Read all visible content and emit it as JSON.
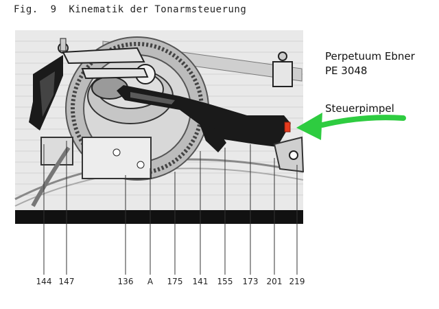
{
  "figure": {
    "title": "Fig.  9  Kinematik der Tonarmsteuerung"
  },
  "model": {
    "line1": "Perpetuum Ebner",
    "line2": "PE 3048"
  },
  "callout": {
    "label": "Steuerpimpel",
    "arrow_color": "#2ecc40",
    "marker_color": "#e53b1e"
  },
  "reference_numbers": [
    "144",
    "147",
    "136",
    "A",
    "175",
    "141",
    "155",
    "173",
    "201",
    "219"
  ],
  "colors": {
    "photo_bg": "#e9e9e9",
    "dark_part": "#1a1a1a",
    "base_bar": "#111111"
  }
}
